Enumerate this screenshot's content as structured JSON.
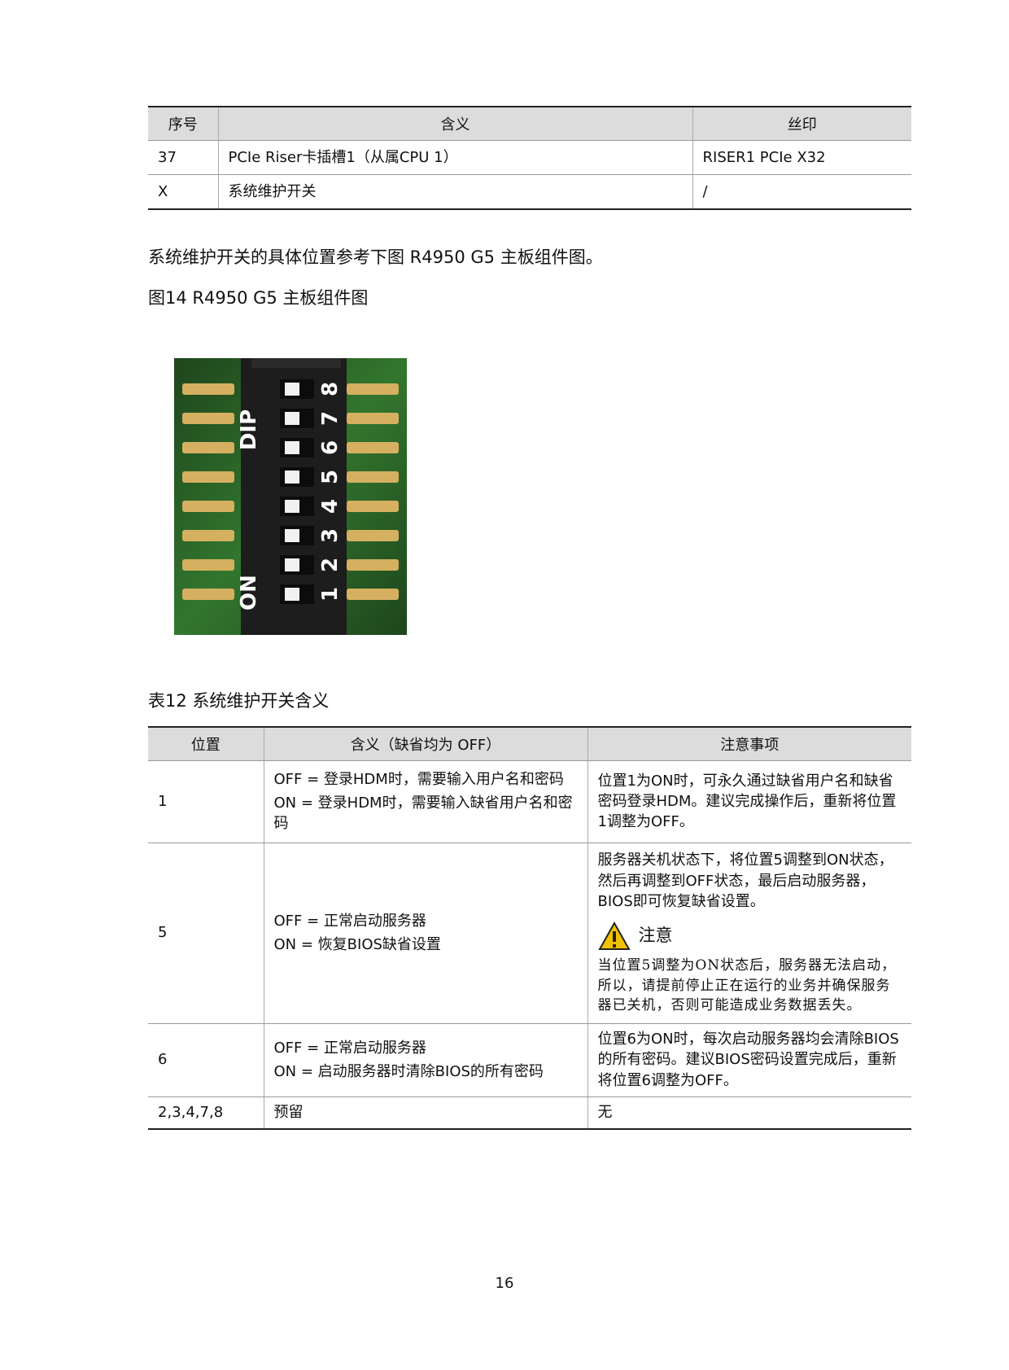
{
  "table1": {
    "headers": [
      "序号",
      "含义",
      "丝印"
    ],
    "rows": [
      [
        "37",
        "PCIe Riser卡插槽1（从属CPU 1）",
        "RISER1 PCIe X32"
      ],
      [
        "X",
        "系统维护开关",
        "/"
      ]
    ]
  },
  "description": "系统维护开关的具体位置参考下图 R4950 G5 主板组件图。",
  "figure_caption": "图14  R4950 G5 主板组件图",
  "figure": {
    "dip_label": "DIP",
    "on_label": "ON",
    "switch_numbers": [
      "8",
      "7",
      "6",
      "5",
      "4",
      "3",
      "2",
      "1"
    ]
  },
  "table2_caption": "表12  系统维护开关含义",
  "table2": {
    "headers": [
      "位置",
      "含义（缺省均为 OFF）",
      "注意事项"
    ],
    "rows": [
      {
        "position": "1",
        "meanings": [
          "OFF = 登录HDM时，需要输入用户名和密码",
          "ON = 登录HDM时，需要输入缺省用户名和密码"
        ],
        "note": "位置1为ON时，可永久通过缺省用户名和缺省密码登录HDM。建议完成操作后，重新将位置1调整为OFF。"
      },
      {
        "position": "5",
        "meanings": [
          "OFF = 正常启动服务器",
          "ON = 恢复BIOS缺省设置"
        ],
        "note": "服务器关机状态下，将位置5调整到ON状态，然后再调整到OFF状态，最后启动服务器，BIOS即可恢复缺省设置。",
        "notice_title": "注意",
        "notice_text": "当位置5调整为ON状态后，服务器无法启动，所以，请提前停止正在运行的业务并确保服务器已关机，否则可能造成业务数据丢失。"
      },
      {
        "position": "6",
        "meanings": [
          "OFF = 正常启动服务器",
          "ON = 启动服务器时清除BIOS的所有密码"
        ],
        "note": "位置6为ON时，每次启动服务器均会清除BIOS的所有密码。建议BIOS密码设置完成后，重新将位置6调整为OFF。"
      },
      {
        "position": "2,3,4,7,8",
        "meanings": [
          "预留"
        ],
        "note": "无"
      }
    ]
  },
  "page_number": "16",
  "colors": {
    "pcb": "#2e6b2a",
    "switch_body": "#1d1d1d",
    "pin": "#d4b060",
    "header_bg": "#dcdcdc",
    "warning": "#f2c200"
  }
}
